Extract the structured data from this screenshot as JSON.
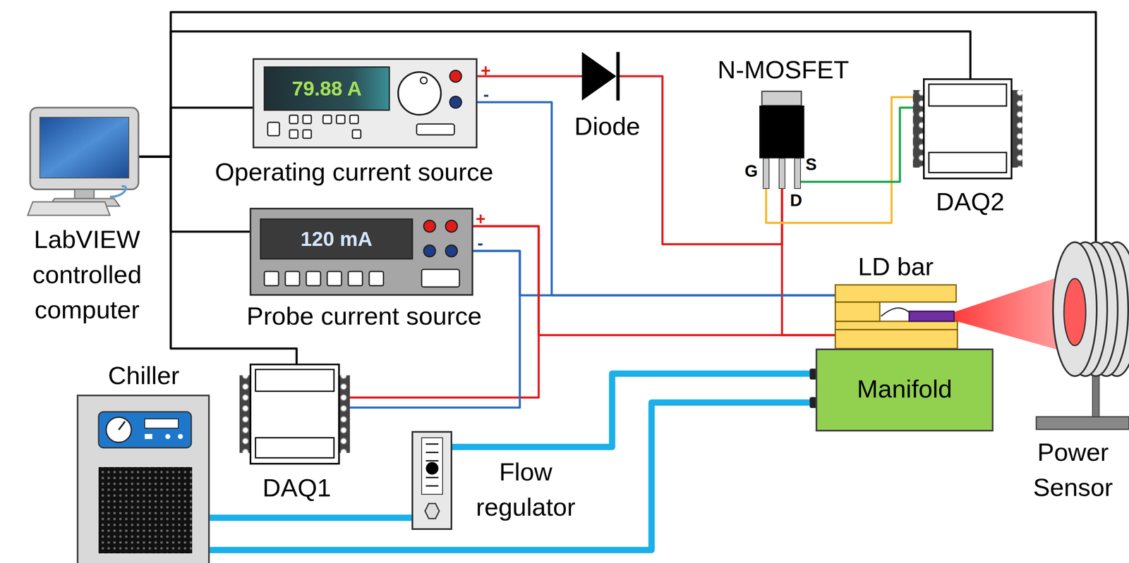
{
  "diagram": {
    "nodes": [
      {
        "text": [
          "LabVIEW controlled computer"
        ]
      },
      {
        "text": [
          "79.88 A",
          "Operating current source"
        ]
      },
      {
        "text": [
          "Diode"
        ]
      },
      {
        "text": [
          "N-MOSFET"
        ]
      },
      {
        "text": [
          "DAQ2"
        ]
      },
      {
        "text": [
          "120 mA",
          "Probe current source"
        ]
      },
      {
        "text": [
          "LD bar"
        ]
      },
      {
        "text": [
          "Chiller"
        ]
      },
      {
        "text": [
          "DAQ1"
        ]
      },
      {
        "text": [
          "Manifold"
        ]
      },
      {
        "text": [
          "Flow regulator"
        ]
      },
      {
        "text": [
          "Power Sensor"
        ]
      }
    ],
    "edges": [
      {
        "from": 0,
        "to": 1,
        "arrow": "none"
      },
      {
        "from": 0,
        "to": 5,
        "arrow": "none"
      },
      {
        "from": 0,
        "to": 8,
        "arrow": "none"
      },
      {
        "from": 0,
        "to": 4,
        "arrow": "none"
      },
      {
        "from": 0,
        "to": 11,
        "arrow": "none"
      },
      {
        "from": 1,
        "to": 2,
        "arrow": "none"
      },
      {
        "from": 2,
        "to": 3,
        "arrow": "none"
      },
      {
        "from": 3,
        "to": 6,
        "arrow": "none"
      },
      {
        "from": 1,
        "to": 6,
        "arrow": "none"
      },
      {
        "from": 5,
        "to": 6,
        "arrow": "none"
      },
      {
        "from": 5,
        "to": 6,
        "arrow": "none"
      },
      {
        "from": 5,
        "to": 8,
        "arrow": "none"
      },
      {
        "from": 5,
        "to": 8,
        "arrow": "none"
      },
      {
        "from": 3,
        "to": 4,
        "arrow": "none"
      },
      {
        "from": 3,
        "to": 4,
        "arrow": "none"
      },
      {
        "from": 7,
        "to": 10,
        "arrow": "none"
      },
      {
        "from": 10,
        "to": 9,
        "arrow": "none"
      },
      {
        "from": 7,
        "to": 9,
        "arrow": "none"
      }
    ],
    "labels": [
      "+",
      "-",
      "+",
      "-",
      "G",
      "D",
      "S"
    ]
  }
}
